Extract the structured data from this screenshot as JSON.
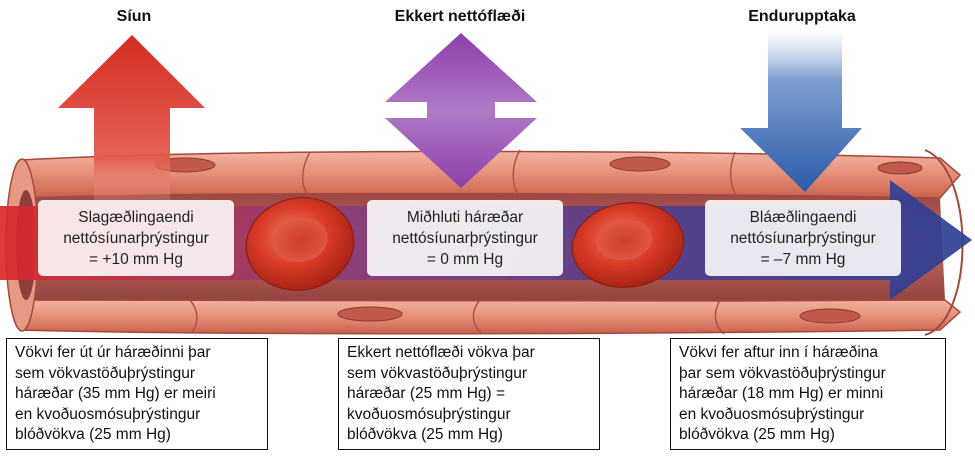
{
  "headings": {
    "left": "Síun",
    "middle": "Ekkert nettóflæði",
    "right": "Endurupptaka"
  },
  "pressure_boxes": {
    "left": [
      "Slagæðlingaendi",
      "nettósíunarþrýstingur",
      "= +10 mm Hg"
    ],
    "middle": [
      "Miðhluti háræðar",
      "nettósíunarþrýstingur",
      "= 0 mm Hg"
    ],
    "right": [
      "Bláæðlingaendi",
      "nettósíunarþrýstingur",
      "= –7 mm Hg"
    ]
  },
  "notes": {
    "left": [
      "Vökvi fer út úr háræðinni þar",
      "sem vökvastöðuþrýstingur",
      "háræðar (35 mm Hg) er meiri",
      "en kvoðuosmósuþrýstingur",
      "blóðvökva (25 mm Hg)"
    ],
    "middle": [
      "Ekkert nettóflæði vökva þar",
      "sem vökvastöðuþrýstingur",
      "háræðar (25 mm Hg) =",
      "kvoðuosmósuþrýstingur",
      "blóðvökva (25 mm Hg)"
    ],
    "right": [
      "Vökvi fer aftur inn í háræðina",
      "þar sem vökvastöðuþrýstingur",
      "háræðar (18 mm Hg) er minni",
      "en kvoðuosmósuþrýstingur",
      "blóðvökva (25 mm Hg)"
    ]
  },
  "colors": {
    "filtration_arrow": "#d0332a",
    "no_flow_arrow": "#9b55b5",
    "reabsorption_arrow": "#2f5fa6",
    "vessel_wall": "#e8907a",
    "vessel_lumen": "#b85a55",
    "flow_arrow": "#2e3e8e",
    "red_blood_cell": "#d23a28"
  }
}
